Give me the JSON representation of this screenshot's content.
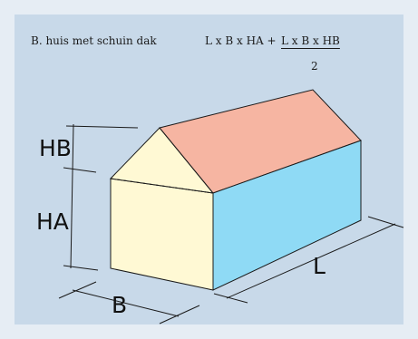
{
  "caption": "B. huis met schuin dak",
  "formula": {
    "first_term": "L x B x HA +",
    "numerator": "L x B x HB",
    "denominator": "2"
  },
  "labels": {
    "hb": "HB",
    "ha": "HA",
    "b": "B",
    "l": "L"
  },
  "colors": {
    "background": "#e6edf4",
    "panel": "#c8d9e9",
    "roof": "#f6b5a2",
    "gable_wall": "#fff9d4",
    "side_wall": "#8fdaf5",
    "outline": "#1a1a1a"
  }
}
